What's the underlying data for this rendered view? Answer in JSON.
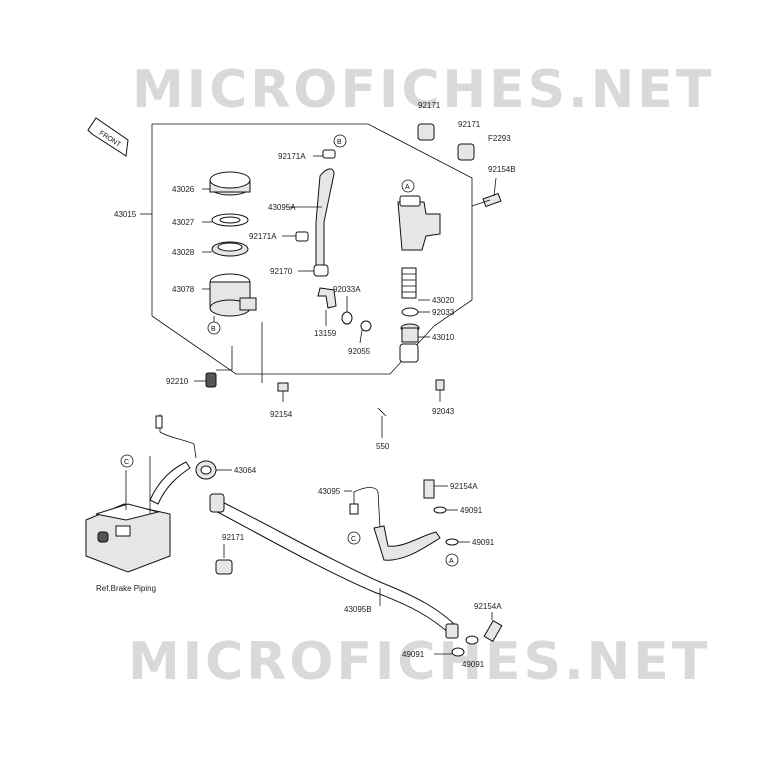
{
  "watermark_top": "MICROFICHES.NET",
  "watermark_bottom": "MICROFICHES.NET",
  "figure_code": "F2293",
  "front_arrow_label": "FRONT",
  "ref_note": "Ref.Brake Piping",
  "callouts": {
    "a1": "A",
    "a2": "A",
    "b1": "B",
    "b2": "B",
    "c1": "C",
    "c2": "C"
  },
  "labels": {
    "p43015": "43015",
    "p43026": "43026",
    "p43027": "43027",
    "p43028": "43028",
    "p43078": "43078",
    "p92210": "92210",
    "p92154": "92154",
    "p92171a_top": "92171A",
    "p43095a": "43095A",
    "p92171a_mid": "92171A",
    "p92170": "92170",
    "p92033a": "92033A",
    "p13159": "13159",
    "p92055": "92055",
    "p92171_top1": "92171",
    "p92171_top2": "92171",
    "p92154b": "92154B",
    "p43020": "43020",
    "p92033": "92033",
    "p43010": "43010",
    "p92043": "92043",
    "p550": "550",
    "p43064": "43064",
    "p43095": "43095",
    "p92154a_top": "92154A",
    "p49091_1": "49091",
    "p49091_2": "49091",
    "p92171_low": "92171",
    "p43095b": "43095B",
    "p92154a_low": "92154A",
    "p49091_3": "49091",
    "p49091_4": "49091"
  }
}
